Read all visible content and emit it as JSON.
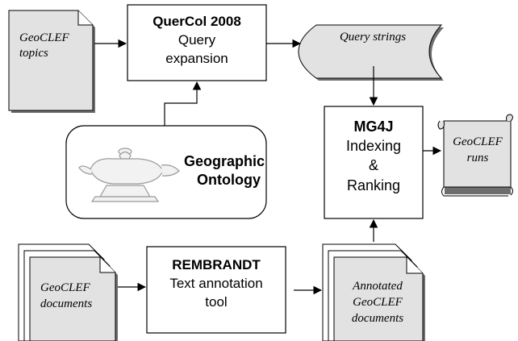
{
  "diagram": {
    "geoclef_topics": {
      "line1": "GeoCLEF",
      "line2": "topics"
    },
    "quercol": {
      "title": "QuerCol 2008",
      "line1": "Query",
      "line2": "expansion"
    },
    "query_strings": {
      "label": "Query strings"
    },
    "geographic_ontology": {
      "line1": "Geographic",
      "line2": "Ontology"
    },
    "mg4j": {
      "title": "MG4J",
      "line1": "Indexing",
      "line2": "&",
      "line3": "Ranking"
    },
    "geoclef_runs": {
      "line1": "GeoCLEF",
      "line2": "runs"
    },
    "geoclef_documents": {
      "line1": "GeoCLEF",
      "line2": "documents"
    },
    "rembrandt": {
      "title": "REMBRANDT",
      "line1": "Text annotation",
      "line2": "tool"
    },
    "annotated_documents": {
      "line1": "Annotated",
      "line2": "GeoCLEF",
      "line3": "documents"
    }
  },
  "colors": {
    "node_fill": "#e2e2e2",
    "box_fill": "#ffffff",
    "stroke": "#000000"
  }
}
